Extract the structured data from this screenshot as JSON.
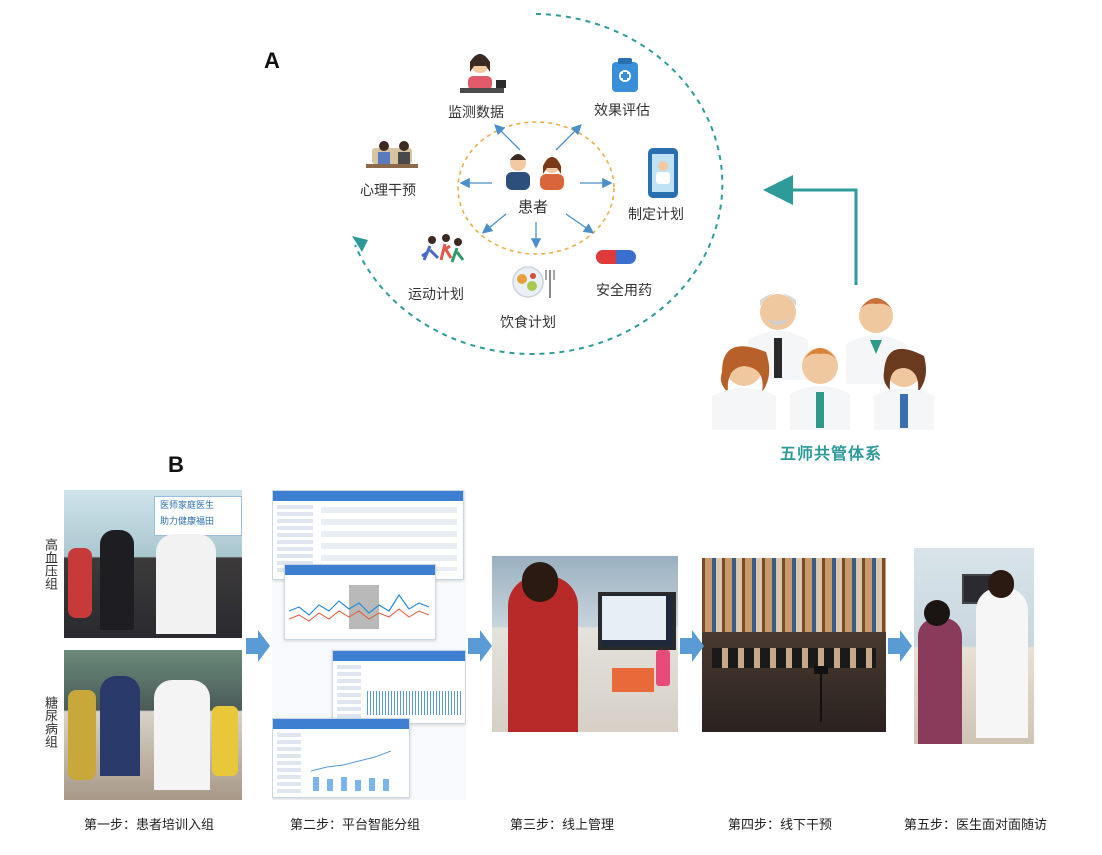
{
  "panel_a": {
    "letter": "A",
    "center": "患者",
    "nodes": {
      "monitoring": "监测数据",
      "evaluation": "效果评估",
      "planning": "制定计划",
      "medication": "安全用药",
      "diet": "饮食计划",
      "exercise": "运动计划",
      "psychology": "心理干预"
    },
    "team_label": "五师共管体系",
    "colors": {
      "teal": "#2f9a9a",
      "orange_ring": "#e8b04a",
      "arrow_blue": "#4a90c8"
    }
  },
  "panel_b": {
    "letter": "B",
    "group_labels": [
      "高血压组",
      "糖尿病组"
    ],
    "poster_text": [
      "医师家庭医生",
      "助力健康福田"
    ],
    "steps": [
      "第一步：患者培训入组",
      "第二步：平台智能分组",
      "第三步：线上管理",
      "第四步：线下干预",
      "第五步：医生面对面随访"
    ]
  }
}
